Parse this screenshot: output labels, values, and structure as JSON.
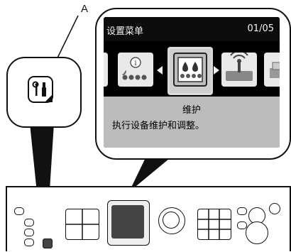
{
  "callout": {
    "label": "A"
  },
  "screen": {
    "title": "设置菜单",
    "page": "01/05",
    "selected_item": {
      "title": "维护",
      "description": "执行设备维护和调整。"
    },
    "icons": [
      "ink-levels-icon",
      "maintenance-icon",
      "wireless-settings-icon",
      "printer-icon"
    ]
  },
  "buttons": {
    "setup_icon": "setup-tools-icon"
  }
}
